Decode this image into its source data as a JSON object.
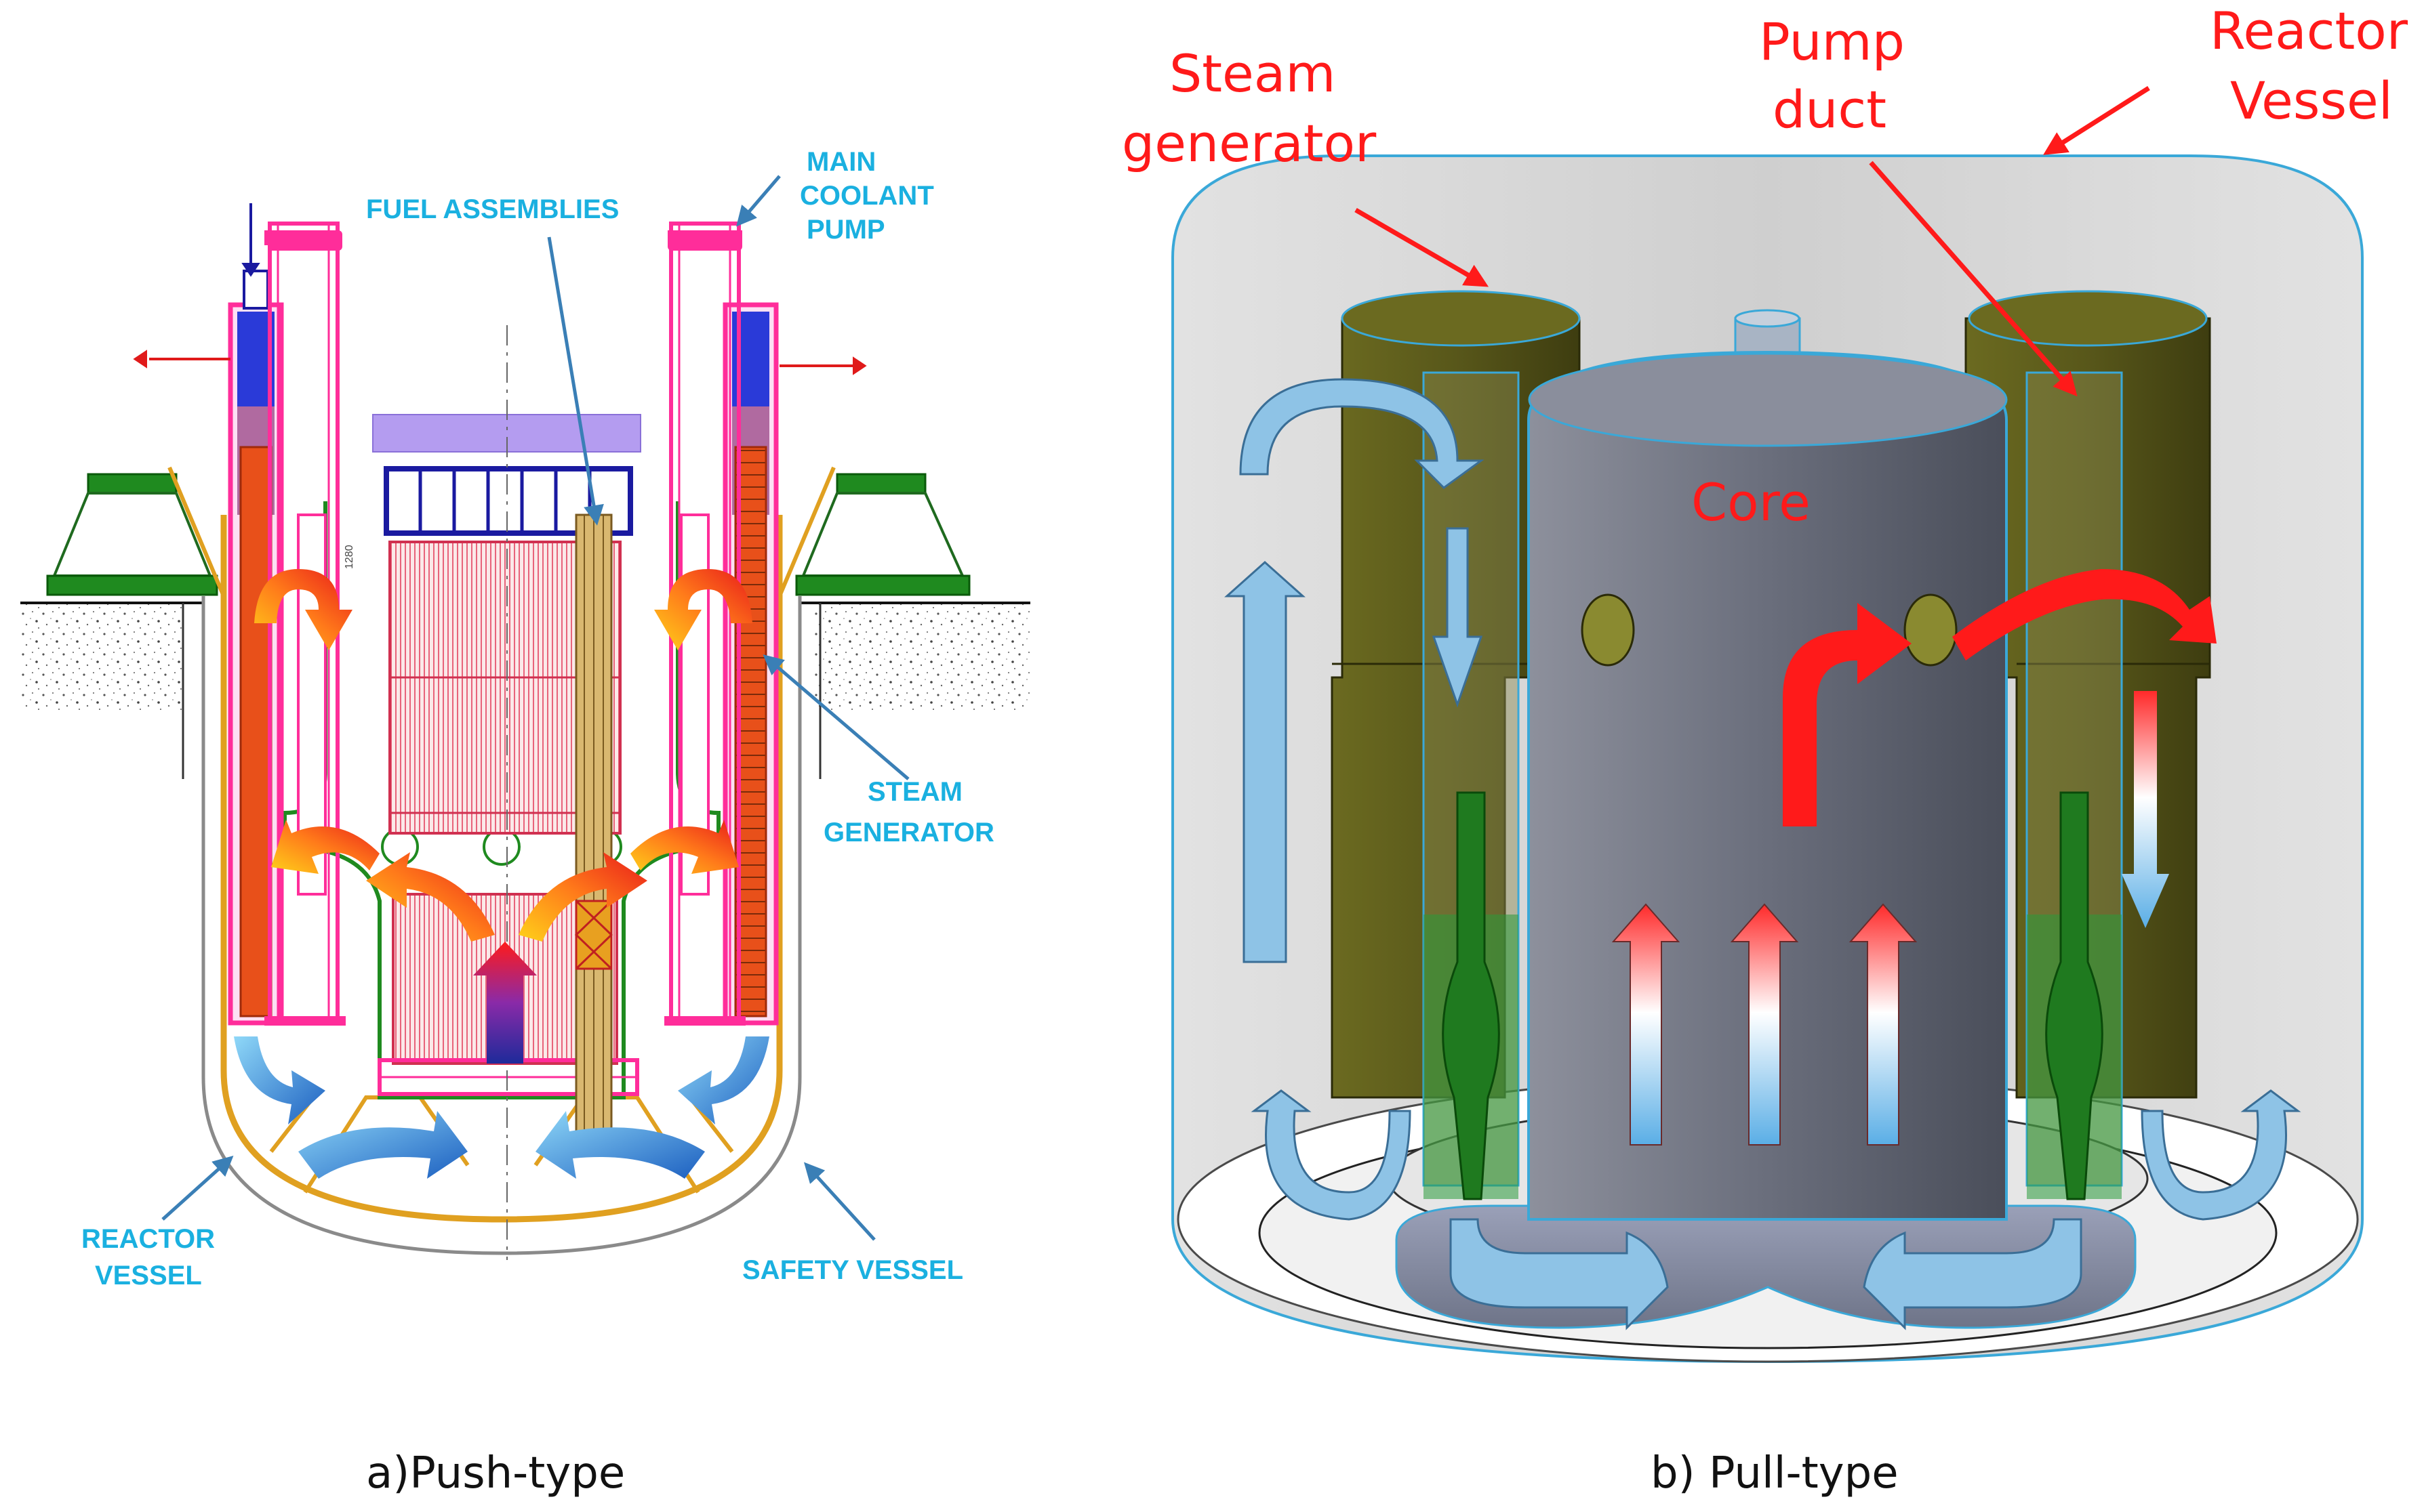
{
  "left_diagram": {
    "caption": "a)Push-type",
    "labels": {
      "main_coolant_pump": [
        "MAIN",
        "COOLANT",
        "PUMP"
      ],
      "fuel_assemblies": "FUEL ASSEMBLIES",
      "steam_generator": [
        "STEAM",
        "GENERATOR"
      ],
      "reactor_vessel": [
        "REACTOR",
        "VESSEL"
      ],
      "safety_vessel": "SAFETY VESSEL"
    },
    "dimension_text": "1280"
  },
  "right_diagram": {
    "caption": "b) Pull-type",
    "labels": {
      "steam_generator": [
        "Steam",
        "generator"
      ],
      "pump_duct": [
        "Pump",
        "duct"
      ],
      "reactor_vessel": [
        "Reactor",
        "Vessel"
      ],
      "core": "Core"
    }
  },
  "colors": {
    "label_blue": "#1ab0e0",
    "label_red": "#ff1a1a",
    "pointer_blue": "#3a7fb6",
    "magenta": "#ff2d9a",
    "hot_red": "#ff2020",
    "cool_blue": "#8ec3e6",
    "vessel_grey": "#d2d2d2",
    "core_grey": "#6e7280",
    "sg_olive": "#5b5a16",
    "pump_green": "#1f7a1f"
  }
}
